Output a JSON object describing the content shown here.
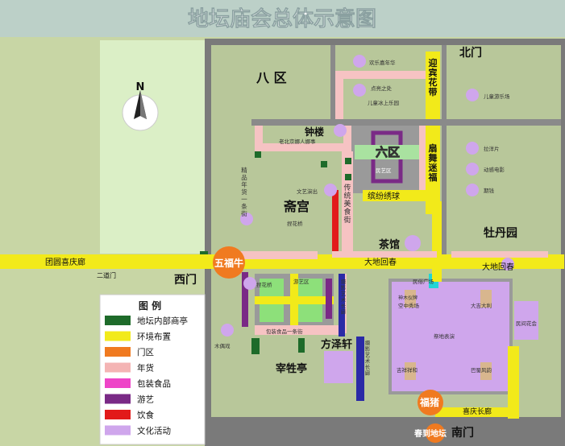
{
  "title": "地坛庙会总体示意图",
  "compass": {
    "north": "N"
  },
  "legend": {
    "heading": "图 例",
    "items": [
      {
        "label": "地坛内部商亭",
        "color": "#1e6b2a"
      },
      {
        "label": "环境布置",
        "color": "#f2ea1a"
      },
      {
        "label": "门区",
        "color": "#f07a20"
      },
      {
        "label": "年货",
        "color": "#f4b4b4"
      },
      {
        "label": "包装食品",
        "color": "#ee45c8"
      },
      {
        "label": "游艺",
        "color": "#7a2a86"
      },
      {
        "label": "饮食",
        "color": "#e21a1a"
      },
      {
        "label": "文化活动",
        "color": "#cfa6ec"
      }
    ]
  },
  "gates": {
    "north": "北门",
    "south": "南门",
    "west": "西门",
    "wufu": "五福牛",
    "fuzhen": "福猪",
    "chunsong": "春到地坛"
  },
  "areas": {
    "bu_qu": "八 区",
    "liu_qu": "六区",
    "zhai_gong": "斋宫",
    "mudan_yuan": "牡丹园",
    "cha_guan": "茶馆",
    "fang_ze_xuan": "方泽轩",
    "zai_sheng_ting": "宰牲亭",
    "zhong_lou": "钟楼"
  },
  "roads": {
    "tuanyuan": "团圆喜庆廊",
    "erdaomen": "二道门",
    "dadi1": "大地回春",
    "dadi2": "大地回春",
    "xiqing": "喜庆长廊"
  },
  "vertical_labels": {
    "yingbin": "迎宾花带",
    "shanwu": "扇舞迷福",
    "jingpin": "精品年货一条街",
    "chuantong": "传统美食街",
    "sheying1": "摄影艺术长廊",
    "sheying2": "摄影艺术长廊"
  },
  "small_labels": {
    "jiahua": "欢乐嘉年华",
    "dianliang": "点亮之处",
    "bingshang": "儿童冰上乐园",
    "lao_beijing": "老北京娜人娜事",
    "ertong_you": "儿童游乐场",
    "lazhi": "拉洋片",
    "dongman": "动感电影",
    "baojing": "期钱",
    "binfen": "缤纷绣球",
    "minyi": "民艺区",
    "wenyi": "文艺演出",
    "niehua": "捏花桥",
    "paihua": "捏花桥",
    "youyi_qu": "游艺区",
    "mu_ou": "木偶戏",
    "baozhuang": "包装食品一条街",
    "kongzhong": "空中秀场",
    "yizhong": "神木仪牌",
    "daji": "大吉大利",
    "jixiang": "吉祥祥和",
    "gesheng": "巴蜀风韵",
    "mingjian": "民间花会",
    "guodu": "祭地表演",
    "minsu": "民俗广场"
  }
}
